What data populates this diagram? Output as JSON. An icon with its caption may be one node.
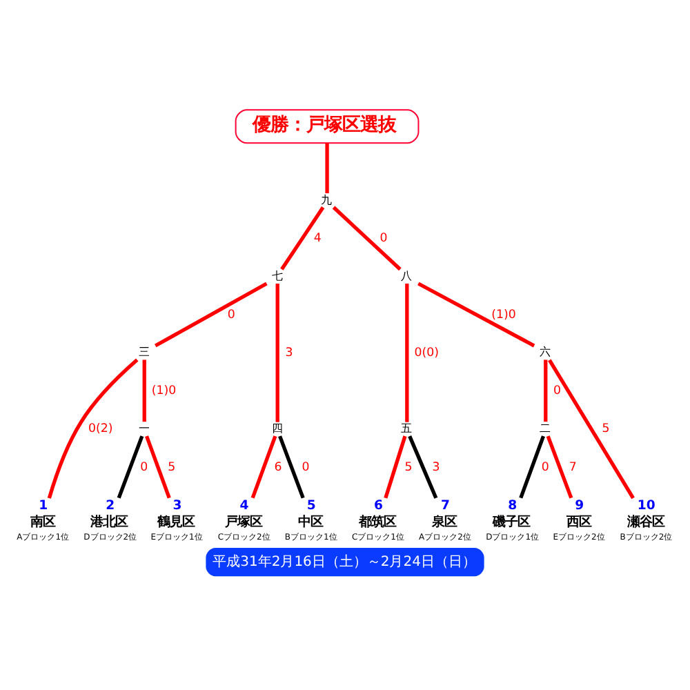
{
  "diagram": {
    "caption": "平成31年2月16日（土）～2月24日（日）",
    "nodes": [
      {
        "text": [
          "優勝：戸塚区選抜"
        ]
      },
      {
        "text": [
          "九"
        ]
      },
      {
        "text": [
          "七"
        ]
      },
      {
        "text": [
          "八"
        ]
      },
      {
        "text": [
          "三"
        ]
      },
      {
        "text": [
          "四"
        ]
      },
      {
        "text": [
          "五"
        ]
      },
      {
        "text": [
          "六"
        ]
      },
      {
        "text": [
          "一"
        ]
      },
      {
        "text": [
          "二"
        ]
      },
      {
        "text": [
          "1",
          "南区"
        ],
        "beside": [
          "Aブロック1位"
        ]
      },
      {
        "text": [
          "2",
          "港北区"
        ],
        "beside": [
          "Dブロック2位"
        ]
      },
      {
        "text": [
          "3",
          "鶴見区"
        ],
        "beside": [
          "Eブロック1位"
        ]
      },
      {
        "text": [
          "4",
          "戸塚区"
        ],
        "beside": [
          "Cブロック2位"
        ]
      },
      {
        "text": [
          "5",
          "中区"
        ],
        "beside": [
          "Bブロック1位"
        ]
      },
      {
        "text": [
          "6",
          "都筑区"
        ],
        "beside": [
          "Cブロック1位"
        ]
      },
      {
        "text": [
          "7",
          "泉区"
        ],
        "beside": [
          "Aブロック2位"
        ]
      },
      {
        "text": [
          "8",
          "磯子区"
        ],
        "beside": [
          "Dブロック1位"
        ]
      },
      {
        "text": [
          "9",
          "西区"
        ],
        "beside": [
          "Eブロック2位"
        ]
      },
      {
        "text": [
          "10",
          "瀬谷区"
        ],
        "beside": [
          "Bブロック2位"
        ]
      }
    ],
    "edges": [
      {
        "from": 0,
        "to": 1,
        "arrow": "none"
      },
      {
        "from": 1,
        "to": 2,
        "arrow": "none",
        "label": "4"
      },
      {
        "from": 1,
        "to": 3,
        "arrow": "none",
        "label": "0"
      },
      {
        "from": 2,
        "to": 4,
        "arrow": "none",
        "label": "0"
      },
      {
        "from": 2,
        "to": 5,
        "arrow": "none",
        "label": "3"
      },
      {
        "from": 3,
        "to": 6,
        "arrow": "none",
        "label": "0(0)"
      },
      {
        "from": 3,
        "to": 7,
        "arrow": "none",
        "label": "(1)0"
      },
      {
        "from": 4,
        "to": 10,
        "arrow": "none",
        "label": "0(2)"
      },
      {
        "from": 4,
        "to": 8,
        "arrow": "none",
        "label": "(1)0"
      },
      {
        "from": 5,
        "to": 13,
        "arrow": "none",
        "label": "6"
      },
      {
        "from": 5,
        "to": 14,
        "arrow": "none",
        "label": "0",
        "color": "#000000"
      },
      {
        "from": 6,
        "to": 15,
        "arrow": "none",
        "label": "5"
      },
      {
        "from": 6,
        "to": 16,
        "arrow": "none",
        "label": "3",
        "color": "#000000"
      },
      {
        "from": 7,
        "to": 9,
        "arrow": "none",
        "label": "0"
      },
      {
        "from": 7,
        "to": 19,
        "arrow": "none",
        "label": "5"
      },
      {
        "from": 8,
        "to": 11,
        "arrow": "none",
        "label": "0",
        "color": "#000000"
      },
      {
        "from": 8,
        "to": 12,
        "arrow": "none",
        "label": "5"
      },
      {
        "from": 9,
        "to": 17,
        "arrow": "none",
        "label": "0",
        "color": "#000000"
      },
      {
        "from": 9,
        "to": 18,
        "arrow": "none",
        "label": "7"
      }
    ]
  }
}
